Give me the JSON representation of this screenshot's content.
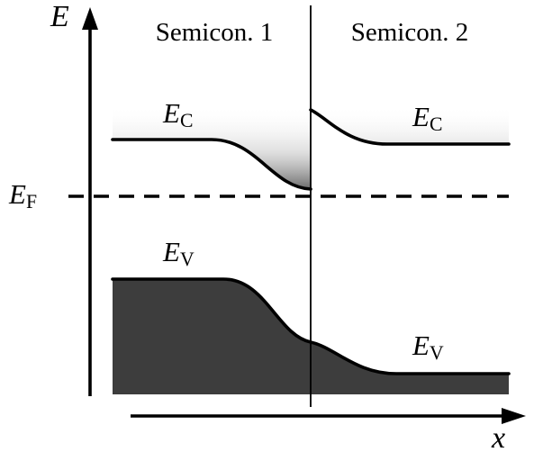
{
  "diagram": {
    "y_axis_label": "E",
    "x_axis_label": "x",
    "region_left_label": "Semicon. 1",
    "region_right_label": "Semicon. 2",
    "band_labels": {
      "ec_left": {
        "symbol": "E",
        "subscript": "C"
      },
      "ec_right": {
        "symbol": "E",
        "subscript": "C"
      },
      "ev_left": {
        "symbol": "E",
        "subscript": "V"
      },
      "ev_right": {
        "symbol": "E",
        "subscript": "V"
      },
      "fermi": {
        "symbol": "E",
        "subscript": "F"
      }
    },
    "colors": {
      "line": "#000000",
      "valence_fill": "#3d3d3d",
      "shading": "#5a5a5a",
      "background": "#ffffff"
    }
  }
}
